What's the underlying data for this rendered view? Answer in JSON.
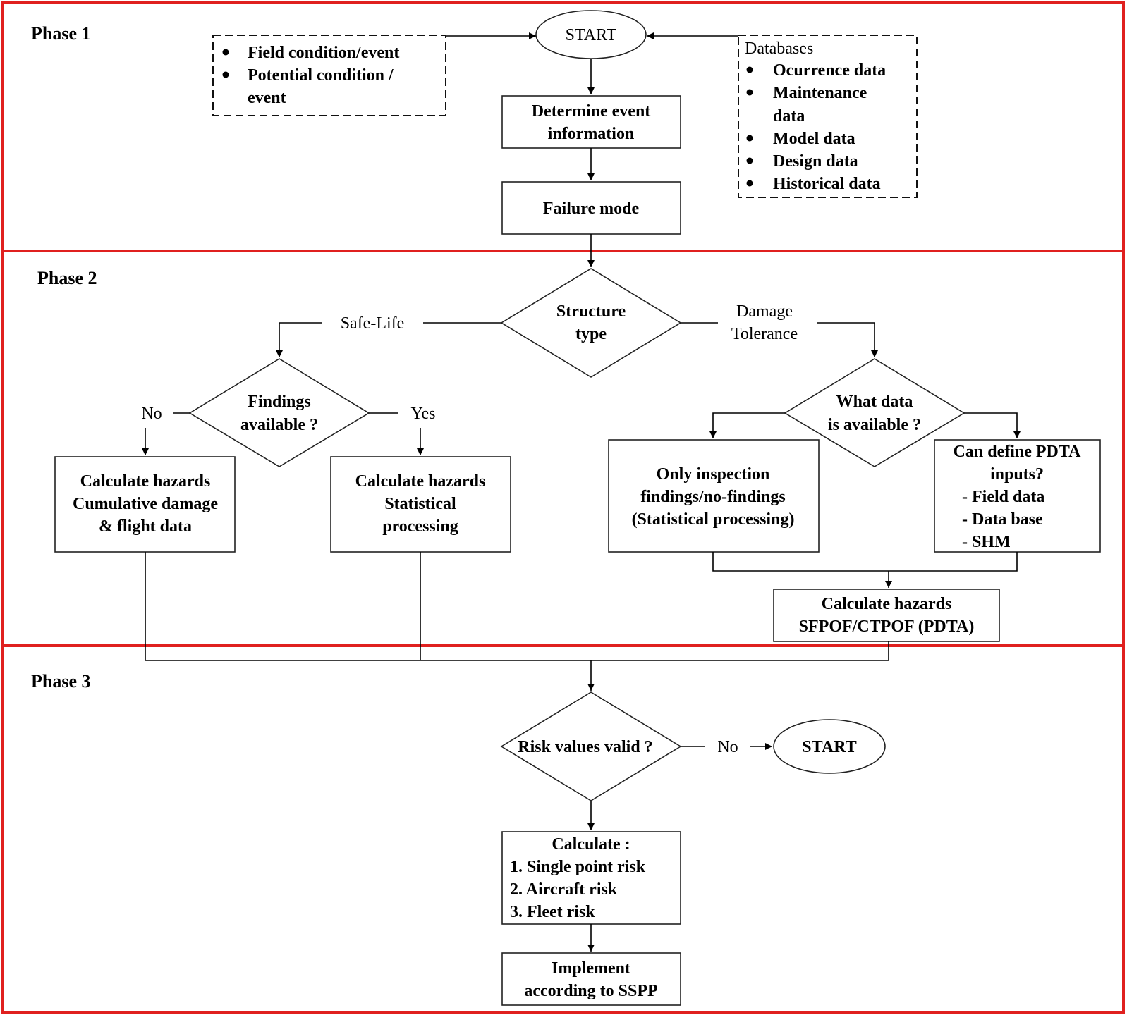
{
  "colors": {
    "phase_border": "#e0201f",
    "stroke": "#000000",
    "background": "#ffffff"
  },
  "phases": {
    "phase1": "Phase 1",
    "phase2": "Phase 2",
    "phase3": "Phase 3"
  },
  "phase1": {
    "start": "START",
    "inputs": [
      "Field condition/event",
      "Potential condition /",
      "event"
    ],
    "databases_title": "Databases",
    "databases": [
      "Ocurrence data",
      "Maintenance",
      "data",
      "Model data",
      "Design data",
      "Historical data"
    ],
    "determine_event": [
      "Determine event",
      "information"
    ],
    "failure_mode": "Failure mode"
  },
  "phase2": {
    "structure_type": [
      "Structure",
      "type"
    ],
    "safe_life": "Safe-Life",
    "damage_tolerance": [
      "Damage",
      "Tolerance"
    ],
    "findings_available": [
      "Findings",
      "available ?"
    ],
    "no": "No",
    "yes": "Yes",
    "calc_cumulative": [
      "Calculate hazards",
      "Cumulative damage",
      "& flight data"
    ],
    "calc_statistical": [
      "Calculate hazards",
      "Statistical",
      "processing"
    ],
    "what_data": [
      "What data",
      "is available ?"
    ],
    "only_inspection": [
      "Only inspection",
      "findings/no-findings",
      "(Statistical processing)"
    ],
    "pdta_inputs": [
      "Can define PDTA",
      "inputs?",
      "- Field data",
      "- Data base",
      "- SHM"
    ],
    "calc_pdta": [
      "Calculate hazards",
      "SFPOF/CTPOF (PDTA)"
    ]
  },
  "phase3": {
    "risk_valid": "Risk values valid ?",
    "no": "No",
    "restart": "START",
    "calculate": [
      "Calculate :",
      "1. Single point risk",
      "2. Aircraft risk",
      "3. Fleet risk"
    ],
    "implement": [
      "Implement",
      "according to SSPP"
    ]
  }
}
